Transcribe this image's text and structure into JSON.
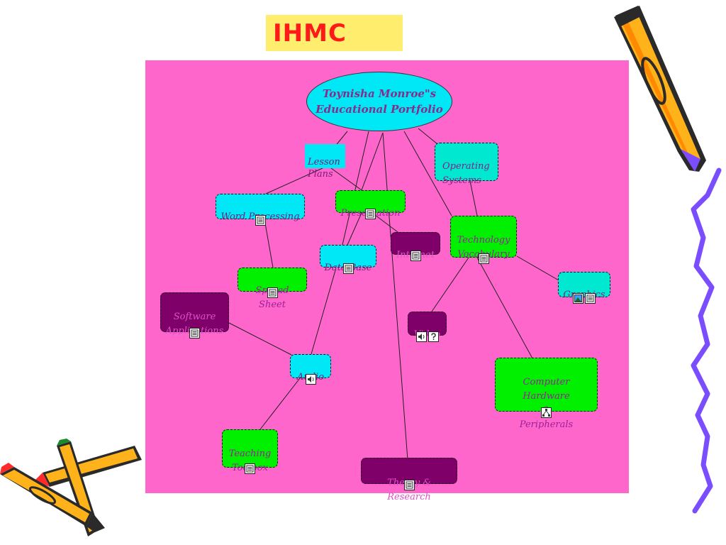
{
  "title": "IHMC",
  "center": {
    "label": "Toynisha Monroe\"s\nEducational Portfolio"
  },
  "nodes": [
    {
      "label": "Lesson\nPlans",
      "icons": []
    },
    {
      "label": "Operating\nSystems",
      "icons": []
    },
    {
      "label": "Word Processing",
      "icons": [
        "document-icon"
      ]
    },
    {
      "label": "Presentation",
      "icons": [
        "document-icon"
      ]
    },
    {
      "label": "Technology\nVocabulary",
      "icons": [
        "document-icon"
      ]
    },
    {
      "label": "Internet",
      "icons": [
        "document-icon"
      ]
    },
    {
      "label": "Data Base",
      "icons": [
        "document-icon"
      ]
    },
    {
      "label": "Spread Sheet",
      "icons": [
        "document-icon"
      ]
    },
    {
      "label": "Graphics",
      "icons": [
        "image-icon",
        "document-icon"
      ]
    },
    {
      "label": "Software\nApplications",
      "icons": [
        "document-icon"
      ]
    },
    {
      "label": "Video",
      "icons": [
        "speaker-icon",
        "help-icon"
      ]
    },
    {
      "label": "Audio",
      "icons": [
        "speaker-icon"
      ]
    },
    {
      "label": "Computer Hardware\n&\nPeripherals",
      "icons": [
        "concept-map-icon"
      ]
    },
    {
      "label": "Teaching\nToolbox",
      "icons": [
        "document-icon"
      ]
    },
    {
      "label": "Theory & Research",
      "icons": [
        "document-icon"
      ]
    }
  ],
  "colors": {
    "canvas": "#ff66cc",
    "title_bg": "#ffee6e",
    "title_text": "#ff1a1a",
    "cyan_node": "#00e8f5",
    "green_node": "#00f000",
    "teal_node": "#00e8d0",
    "purple_node": "#80006a"
  }
}
